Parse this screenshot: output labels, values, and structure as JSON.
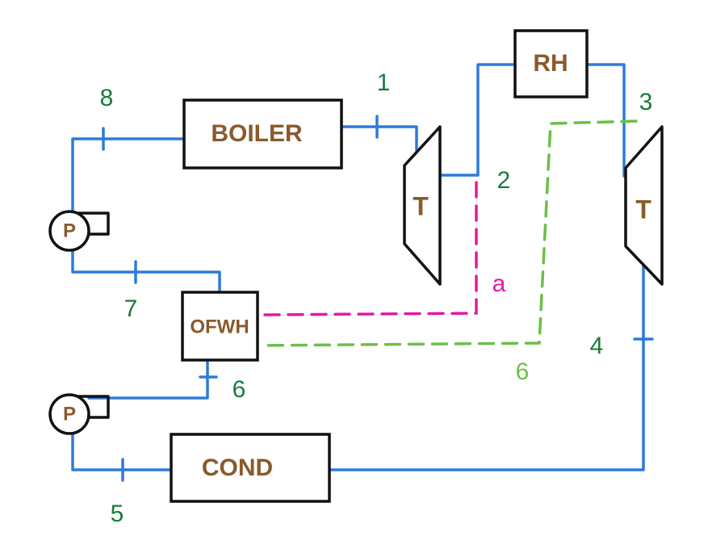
{
  "colors": {
    "pipe": "#2e7bd8",
    "component_label": "#8a5a2b",
    "state_label": "#1a7a3c",
    "extraction_a": "#e01aa8",
    "extraction_b": "#6cbf4a",
    "outline": "#111111"
  },
  "components": {
    "boiler": "BOILER",
    "reheater": "RH",
    "hp_turbine": "T",
    "lp_turbine": "T",
    "ofwh": "OFWH",
    "condenser": "COND",
    "pump_top": "P",
    "pump_bottom": "P"
  },
  "states": {
    "s1": "1",
    "s2": "2",
    "s3": "3",
    "s4": "4",
    "s5": "5",
    "s6_pipe": "6",
    "s6_extraction": "6",
    "s7": "7",
    "s8": "8",
    "sa": "a"
  }
}
